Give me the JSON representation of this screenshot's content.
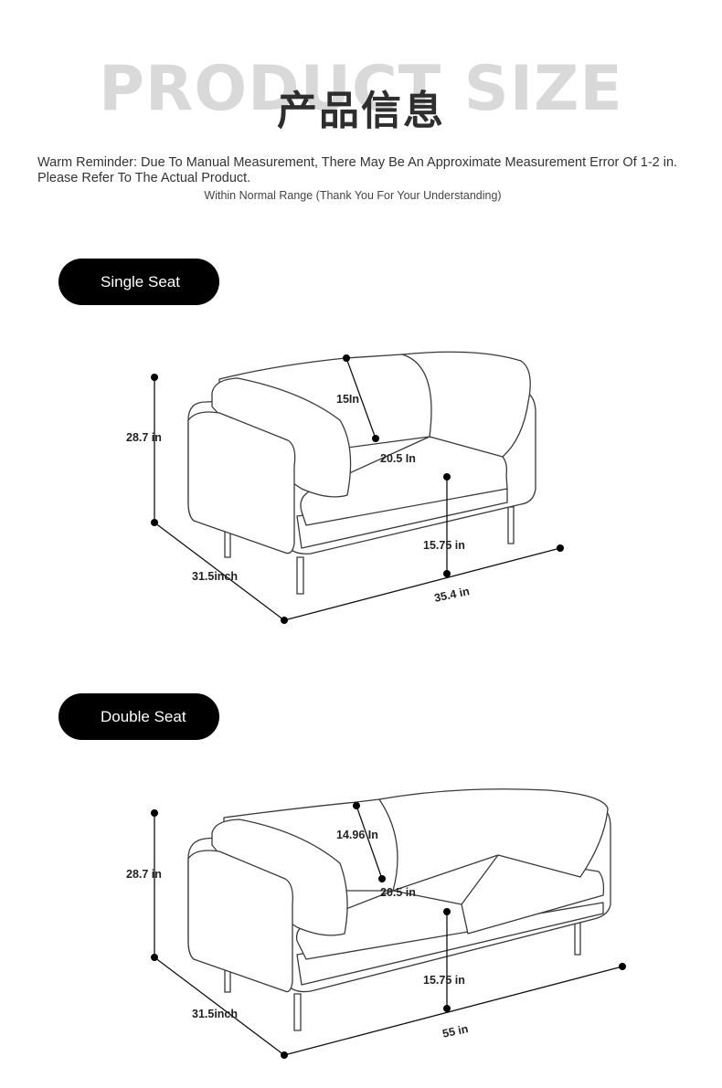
{
  "header": {
    "bg_title": "PRODUCT SIZE",
    "cn_title": "产品信息",
    "reminder": "Warm Reminder: Due To Manual Measurement, There May Be An Approximate Measurement Error Of 1-2 in. Please Refer To The Actual Product.",
    "subnote": "Within Normal Range (Thank You For Your Understanding)"
  },
  "single": {
    "label": "Single Seat",
    "height": "28.7 in",
    "depth": "31.5inch",
    "width": "35.4 in",
    "back": "15In",
    "seat_depth": "20.5 In",
    "seat_height": "15.75 in"
  },
  "double": {
    "label": "Double Seat",
    "height": "28.7 in",
    "depth": "31.5inch",
    "width": "55 in",
    "back": "14.96 In",
    "seat_depth": "20.5 in",
    "seat_height": "15.75 in"
  }
}
